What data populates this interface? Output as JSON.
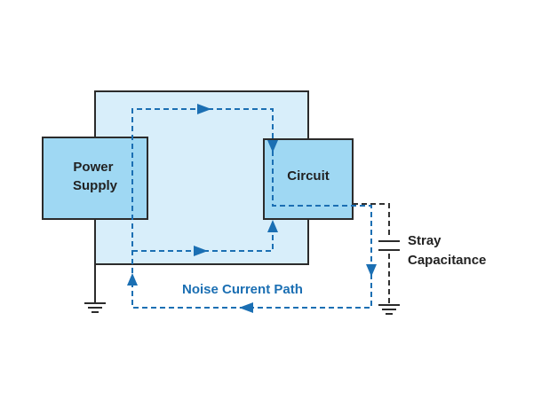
{
  "labels": {
    "power_supply": [
      "Power",
      "Supply"
    ],
    "circuit": "Circuit",
    "stray_capacitance": [
      "Stray",
      "Capacitance"
    ],
    "noise_current_path": "Noise Current Path"
  },
  "colors": {
    "box_fill": "#9fd8f3",
    "inner_fill": "#d8eefa",
    "outline": "#2b2b2b",
    "noise_path": "#1b6fb3",
    "stray_path": "#333333",
    "label_blue": "#1b6fb3",
    "label_dark": "#222222"
  }
}
